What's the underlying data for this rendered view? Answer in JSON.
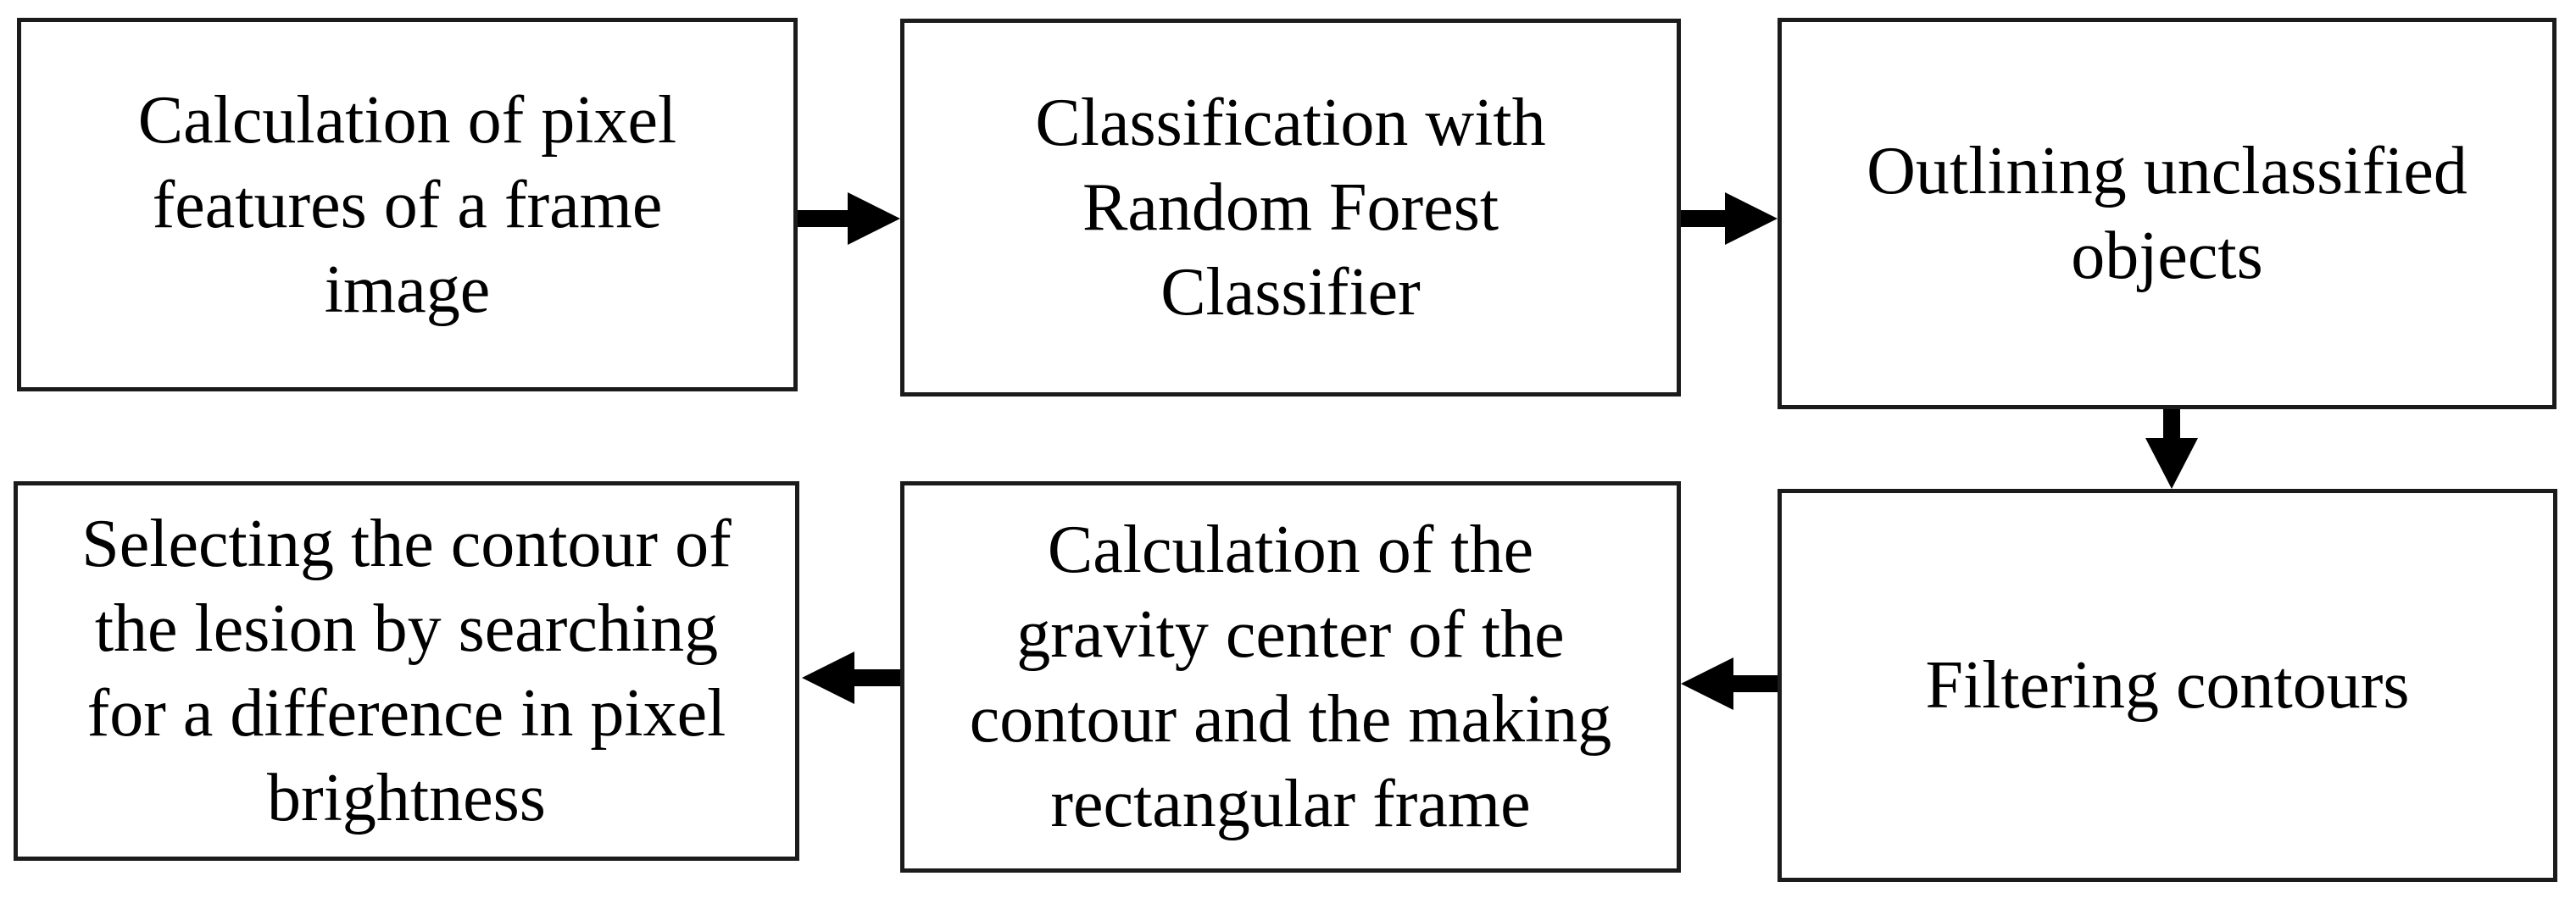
{
  "flowchart": {
    "boxes": [
      {
        "label": "Calculation of pixel\nfeatures of a frame\nimage"
      },
      {
        "label": "Classification with\nRandom Forest\nClassifier"
      },
      {
        "label": "Outlining unclassified\nobjects"
      },
      {
        "label": "Filtering contours"
      },
      {
        "label": "Calculation of the\ngravity center of the\ncontour and the making\nrectangular frame"
      },
      {
        "label": "Selecting the contour of\nthe lesion by searching\nfor a difference in pixel\nbrightness"
      }
    ],
    "arrows": [
      {
        "name": "step1-to-step2",
        "direction": "right"
      },
      {
        "name": "step2-to-step3",
        "direction": "right"
      },
      {
        "name": "step3-to-step4",
        "direction": "down"
      },
      {
        "name": "step4-to-step5",
        "direction": "left"
      },
      {
        "name": "step5-to-step6",
        "direction": "left"
      }
    ],
    "colors": {
      "background": "#ffffff",
      "box_fill": "#ffffff",
      "box_border": "#1b1b1b",
      "arrow": "#000000",
      "text": "#000000"
    }
  }
}
